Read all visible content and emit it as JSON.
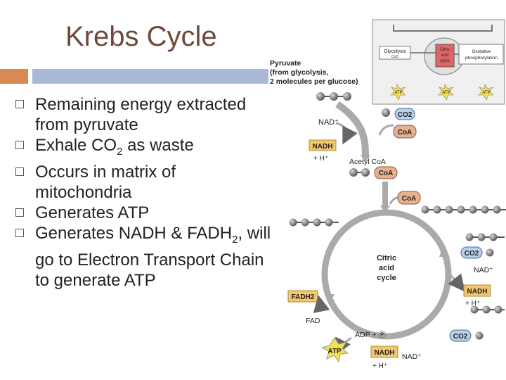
{
  "title": "Krebs Cycle",
  "bullets": [
    {
      "text": "Remaining energy extracted from pyruvate"
    },
    {
      "pre": "Exhale CO",
      "sub": "2",
      "post": " as waste"
    },
    {
      "text": "Occurs in matrix of mitochondria"
    },
    {
      "text": "Generates ATP"
    },
    {
      "pre": "Generates NADH & FADH",
      "sub": "2",
      "post": ", will go to Electron Transport Chain to generate ATP"
    }
  ],
  "overview": {
    "glycolysis": "Glycolysis",
    "glycolysis_sub": "CoO",
    "citric": [
      "Citric",
      "acid",
      "cycle"
    ],
    "oxphos": [
      "Oxidative",
      "phosphorylation"
    ],
    "atp": "ATP"
  },
  "diagram": {
    "pyruvate_lines": [
      "Pyruvate",
      "(from glycolysis,",
      "2 molecules per glucose)"
    ],
    "nad_plus": "NAD⁺",
    "nadh": "NADH",
    "h_plus": "+ H⁺",
    "co2": "CO2",
    "coa": "CoA",
    "acetyl_coa": "Acetyl CoA",
    "citric_center": [
      "Citric",
      "acid",
      "cycle"
    ],
    "fadh2": "FADH2",
    "fad": "FAD",
    "adp_p": "ADP + Ⓟ",
    "atp": "ATP"
  }
}
